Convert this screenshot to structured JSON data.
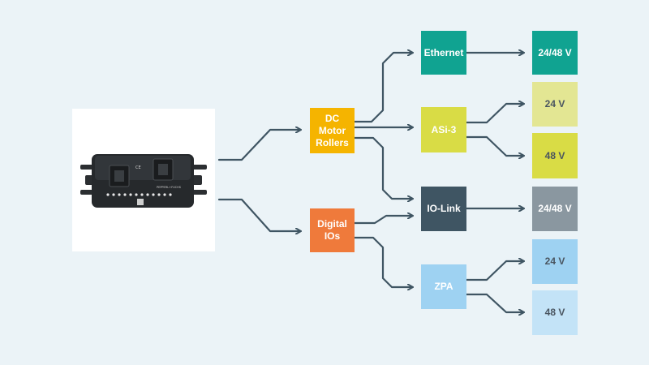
{
  "colors": {
    "background": "#ebf3f7",
    "line": "#3f5563",
    "dc_motor": "#f5b400",
    "digital_ios": "#ef7a3b",
    "ethernet": "#10a391",
    "asi3": "#d9dc45",
    "asi3_light": "#e3e693",
    "iolink": "#3f5563",
    "iolink_output": "#8a97a0",
    "zpa": "#9ed2f2",
    "zpa_light": "#c3e3f7"
  },
  "device": {
    "brand_text": "PEPPERL+FUCHS",
    "icon": "motor-control-module-photo"
  },
  "nodes": {
    "dc_motor": "DC\nMotor\nRollers",
    "digital_ios": "Digital\nIOs",
    "ethernet": "Ethernet",
    "asi3": "ASi-3",
    "iolink": "IO-Link",
    "zpa": "ZPA",
    "out_ethernet": "24/48 V",
    "out_asi3_24": "24 V",
    "out_asi3_48": "48 V",
    "out_iolink": "24/48 V",
    "out_zpa_24": "24 V",
    "out_zpa_48": "48 V"
  }
}
